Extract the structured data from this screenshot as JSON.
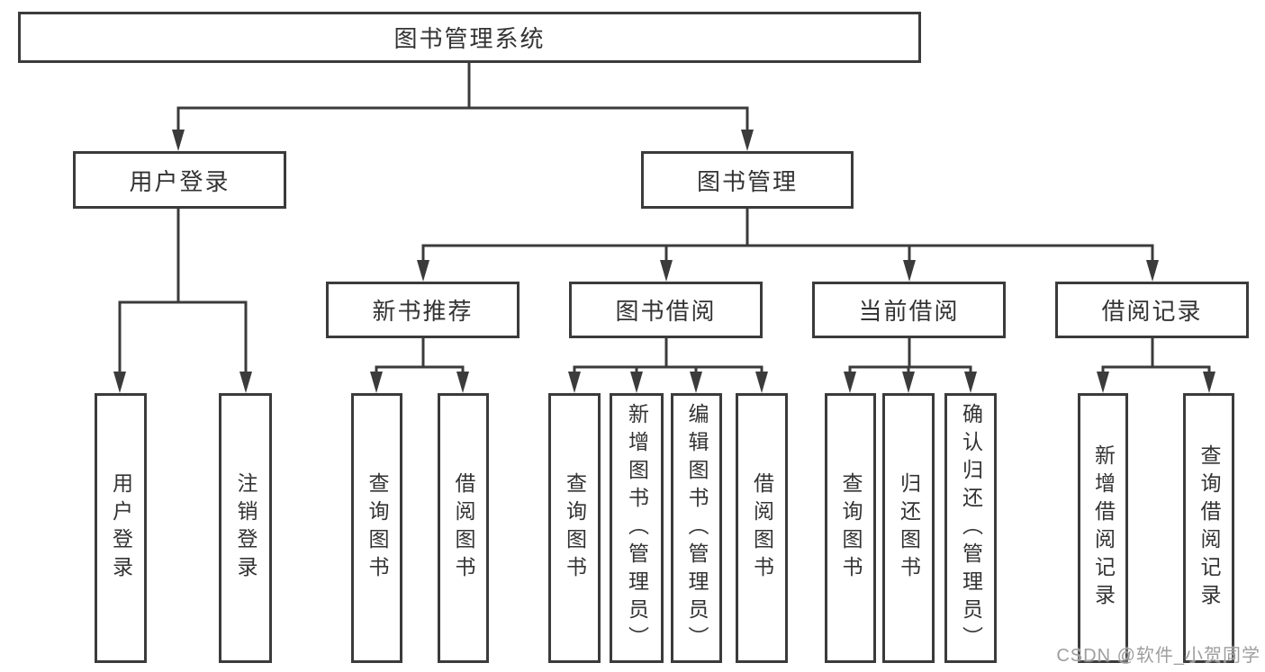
{
  "tree": {
    "root": "图书管理系统",
    "l2": [
      {
        "label": "用户登录",
        "leaves": [
          "用户登录",
          "注销登录"
        ]
      },
      {
        "label": "图书管理",
        "groups": [
          {
            "label": "新书推荐",
            "leaves": [
              "查询图书",
              "借阅图书"
            ]
          },
          {
            "label": "图书借阅",
            "leaves": [
              "查询图书",
              "新增图书（管理员）",
              "编辑图书（管理员）",
              "借阅图书"
            ]
          },
          {
            "label": "当前借阅",
            "leaves": [
              "查询图书",
              "归还图书",
              "确认归还（管理员）"
            ]
          },
          {
            "label": "借阅记录",
            "leaves": [
              "新增借阅记录",
              "查询借阅记录"
            ]
          }
        ]
      }
    ]
  },
  "watermark": {
    "text": "CSDN @软件_小贺同学"
  },
  "colors": {
    "line": "#3b3b3b",
    "text": "#333333",
    "watermark": "#9e9e9e",
    "background": "#ffffff"
  }
}
